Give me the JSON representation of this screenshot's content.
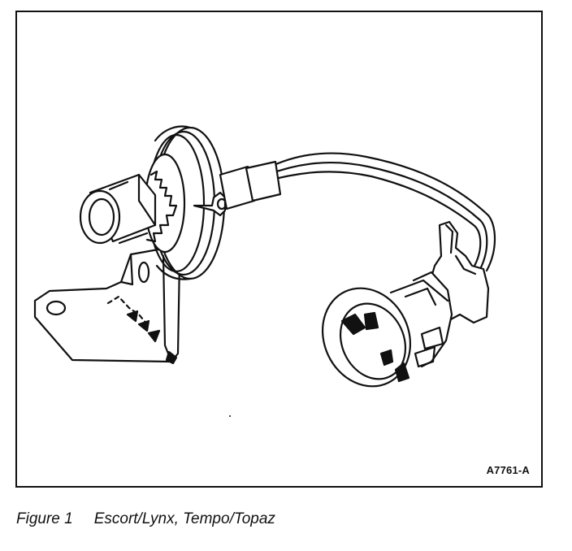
{
  "figure": {
    "id_label": "A7761-A",
    "caption_number": "Figure 1",
    "caption_text": "Escort/Lynx, Tempo/Topaz"
  }
}
